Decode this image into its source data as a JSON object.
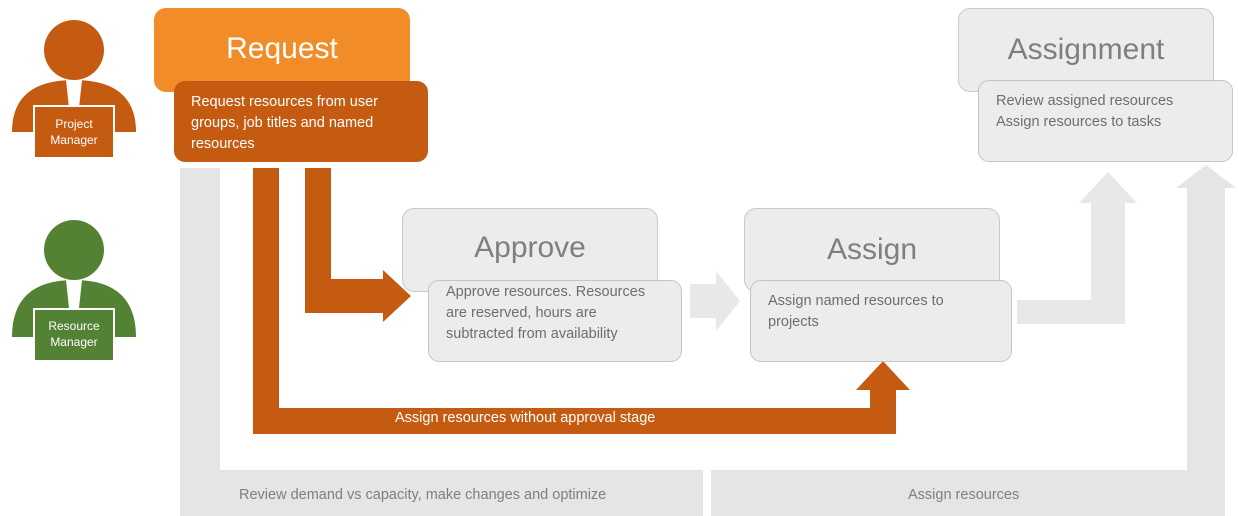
{
  "colors": {
    "request_orange": "#f28c28",
    "request_dark": "#c55a11",
    "resource_green": "#548235",
    "grey_box": "#ececec",
    "grey_arrow": "#e5e5e5",
    "grey_text": "#7f7f7f"
  },
  "icons": {
    "project_manager": "person-icon",
    "resource_manager": "person-icon"
  },
  "roles": {
    "project_manager": {
      "line1": "Project",
      "line2": "Manager"
    },
    "resource_manager": {
      "line1": "Resource",
      "line2": "Manager"
    }
  },
  "stages": {
    "request": {
      "title": "Request",
      "description": "Request resources from user groups, job titles and named resources"
    },
    "approve": {
      "title": "Approve",
      "description": "Approve resources. Resources are reserved, hours are subtracted from availability"
    },
    "assign": {
      "title": "Assign",
      "description": "Assign named resources to projects"
    },
    "assignment": {
      "title": "Assignment",
      "line1": "Review assigned resources",
      "line2": "Assign resources to tasks"
    }
  },
  "flows": {
    "without_approval": "Assign resources without approval stage",
    "review_demand": "Review demand vs capacity, make changes and optimize",
    "assign_resources": "Assign resources"
  }
}
